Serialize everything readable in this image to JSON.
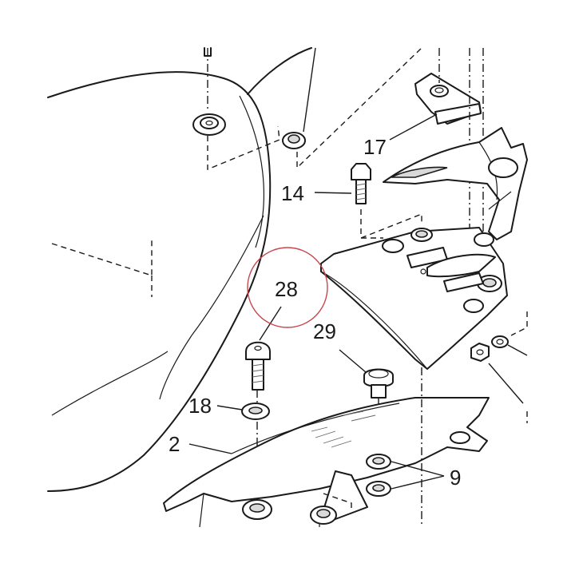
{
  "diagram": {
    "callouts": [
      {
        "key": "c28",
        "label": "28"
      },
      {
        "key": "c29",
        "label": "29"
      },
      {
        "key": "c18",
        "label": "18"
      },
      {
        "key": "c2",
        "label": "2"
      },
      {
        "key": "c9",
        "label": "9"
      },
      {
        "key": "c14",
        "label": "14"
      },
      {
        "key": "c17",
        "label": "17"
      }
    ],
    "highlight_color": "#c8464e",
    "line_color": "#1a1a1a"
  }
}
